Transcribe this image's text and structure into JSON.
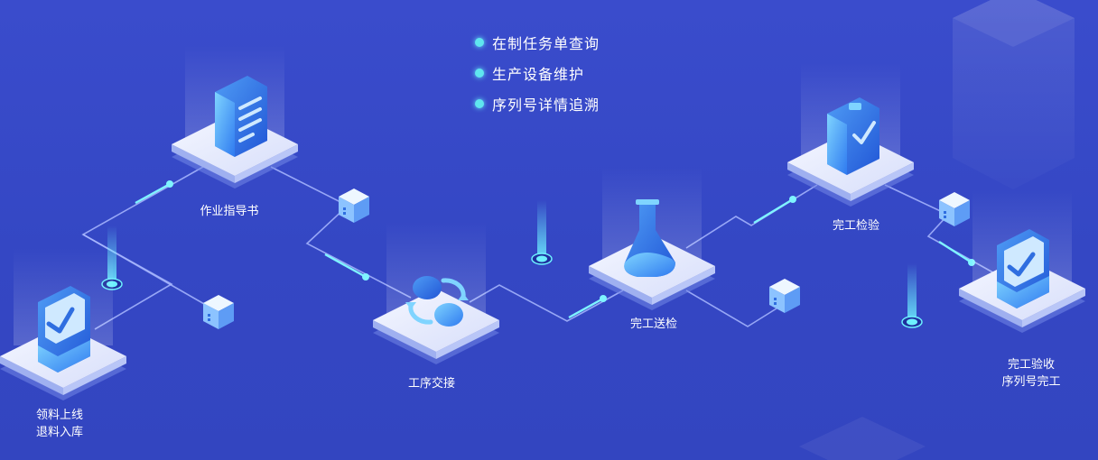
{
  "legend": {
    "items": [
      "在制任务单查询",
      "生产设备维护",
      "序列号详情追溯"
    ],
    "dot_color": "#5fe6ef"
  },
  "stations": [
    {
      "id": "material",
      "icon": "tray-download-icon",
      "lines": [
        "领料上线",
        "退料入库"
      ]
    },
    {
      "id": "guide",
      "icon": "document-list-icon",
      "lines": [
        "作业指导书"
      ]
    },
    {
      "id": "handover",
      "icon": "exchange-cycle-icon",
      "lines": [
        "工序交接"
      ]
    },
    {
      "id": "send-inspect",
      "icon": "flask-icon",
      "lines": [
        "完工送检"
      ]
    },
    {
      "id": "inspect",
      "icon": "clipboard-check-icon",
      "lines": [
        "完工检验"
      ]
    },
    {
      "id": "accept",
      "icon": "tray-check-icon",
      "lines": [
        "完工验收",
        "序列号完工"
      ]
    }
  ],
  "colors": {
    "background": "#3a4ccc",
    "platform_top": "#e9eeff",
    "platform_side": "#8fa3f2",
    "connector": "#a9b8ff",
    "glow": "#6df0ff"
  }
}
